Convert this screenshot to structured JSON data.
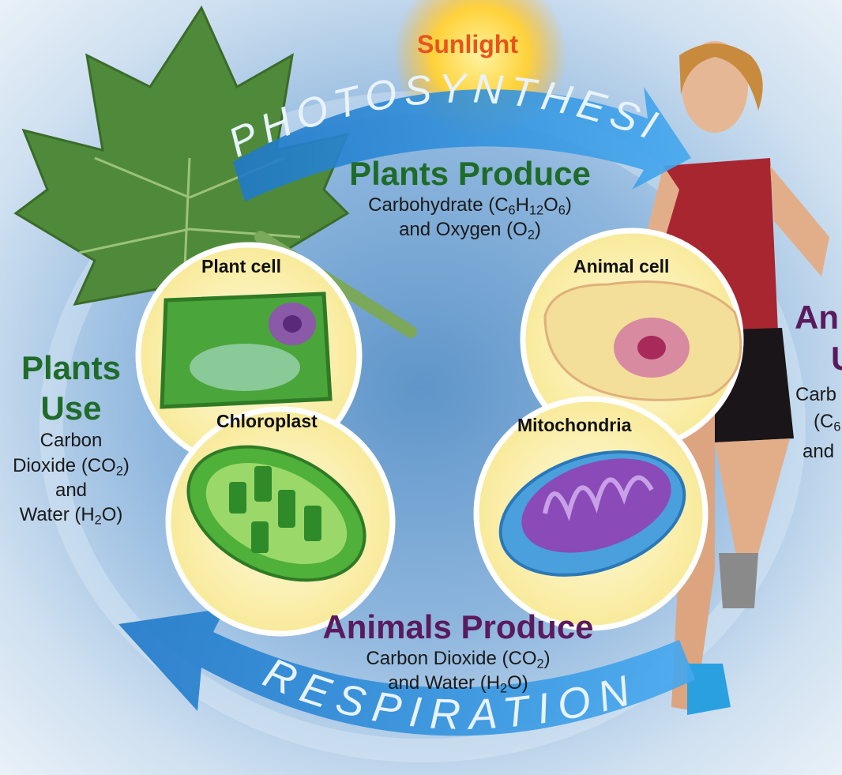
{
  "sunlight": "Sunlight",
  "photosynthesis": "PHOTOSYNTHESIS",
  "respiration": "RESPIRATION",
  "plants_produce": {
    "heading": "Plants Produce",
    "l1_pre": "Carbohydrate (C",
    "l1_s1": "6",
    "l1_mid1": "H",
    "l1_s2": "12",
    "l1_mid2": "O",
    "l1_s3": "6",
    "l1_post": ")",
    "l2_pre": "and Oxygen (O",
    "l2_sub": "2",
    "l2_post": ")"
  },
  "plants_use": {
    "h1": "Plants",
    "h2": "Use",
    "l1": "Carbon",
    "l2_pre": "Dioxide (CO",
    "l2_sub": "2",
    "l2_post": ")",
    "l3": "and",
    "l4_pre": "Water (H",
    "l4_sub": "2",
    "l4_post": "O)"
  },
  "animals_produce": {
    "heading": "Animals Produce",
    "l1_pre": "Carbon Dioxide (CO",
    "l1_sub": "2",
    "l1_post": ")",
    "l2_pre": "and Water (H",
    "l2_sub": "2",
    "l2_post": "O)"
  },
  "animals_use": {
    "h1": "An",
    "h2": "U",
    "l1": "Carb",
    "l2_pre": "(C",
    "l2_sub": "6",
    "l3": "and"
  },
  "cells": {
    "plant_cell": "Plant cell",
    "chloroplast": "Chloroplast",
    "animal_cell": "Animal cell",
    "mitochondria": "Mitochondria"
  },
  "colors": {
    "plant_green": "#1f6b2a",
    "animal_purple": "#5a1a5e",
    "arrow_blue": "#2a8fdc",
    "sun_orange": "#e8541a"
  },
  "icons": [
    "maple-leaf-icon",
    "runner-icon",
    "sun-icon",
    "plant-cell-icon",
    "chloroplast-icon",
    "animal-cell-icon",
    "mitochondria-icon"
  ]
}
